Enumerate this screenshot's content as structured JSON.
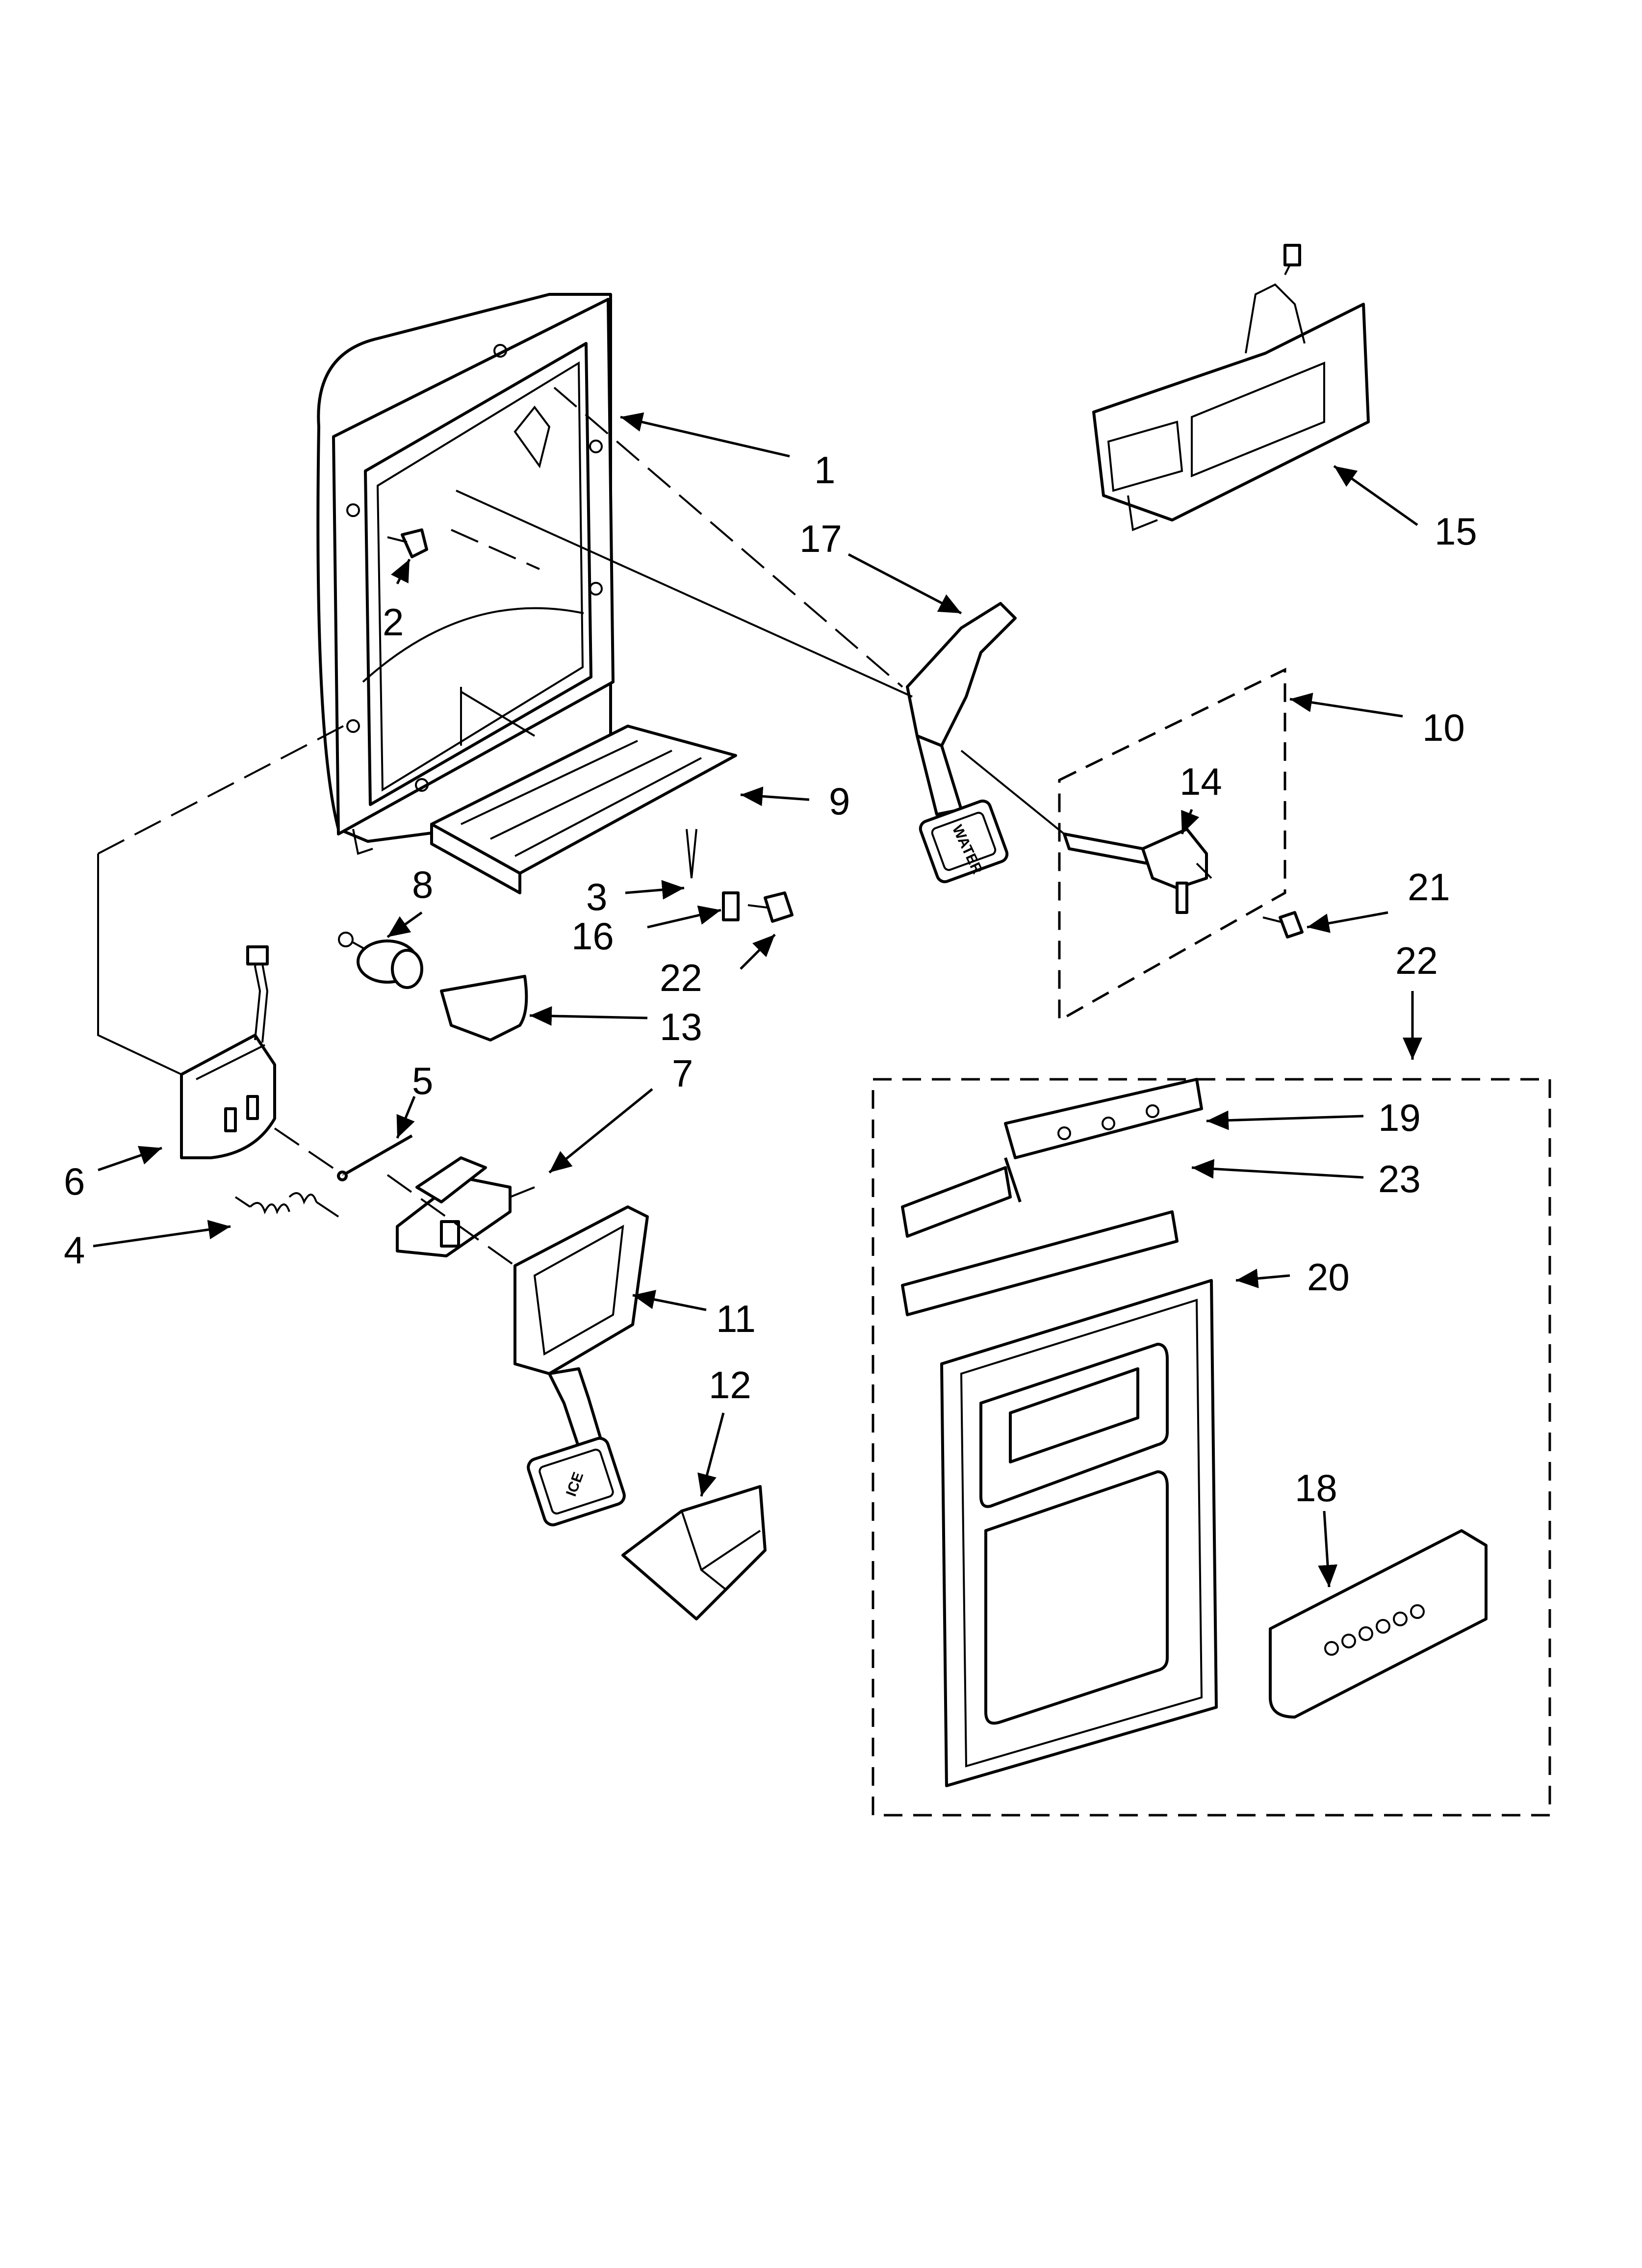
{
  "diagram": {
    "callouts": [
      {
        "id": "c1",
        "label": "1"
      },
      {
        "id": "c2",
        "label": "2"
      },
      {
        "id": "c3",
        "label": "3"
      },
      {
        "id": "c4",
        "label": "4"
      },
      {
        "id": "c5",
        "label": "5"
      },
      {
        "id": "c6",
        "label": "6"
      },
      {
        "id": "c7",
        "label": "7"
      },
      {
        "id": "c8",
        "label": "8"
      },
      {
        "id": "c9",
        "label": "9"
      },
      {
        "id": "c10",
        "label": "10"
      },
      {
        "id": "c11",
        "label": "11"
      },
      {
        "id": "c12",
        "label": "12"
      },
      {
        "id": "c13",
        "label": "13"
      },
      {
        "id": "c14",
        "label": "14"
      },
      {
        "id": "c15",
        "label": "15"
      },
      {
        "id": "c16",
        "label": "16"
      },
      {
        "id": "c17",
        "label": "17"
      },
      {
        "id": "c18",
        "label": "18"
      },
      {
        "id": "c19",
        "label": "19"
      },
      {
        "id": "c20",
        "label": "20"
      },
      {
        "id": "c21",
        "label": "21"
      },
      {
        "id": "c22a",
        "label": "22"
      },
      {
        "id": "c22b",
        "label": "22"
      },
      {
        "id": "c23",
        "label": "23"
      }
    ],
    "part_text": {
      "water_pad": "WATER",
      "ice_pad": "ICE"
    },
    "colors": {
      "line": "#000000",
      "background": "#ffffff"
    }
  }
}
